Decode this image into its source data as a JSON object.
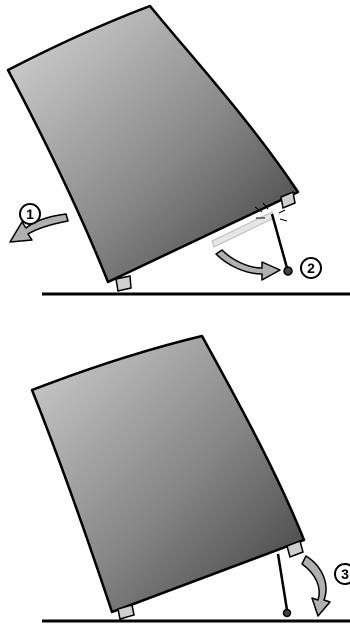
{
  "steps": [
    {
      "number": "1",
      "action": "tilt-backward-arrow"
    },
    {
      "number": "2",
      "action": "fold-out-support-leg"
    },
    {
      "number": "3",
      "action": "lower-onto-support-leg"
    }
  ],
  "colors": {
    "outline": "#000000",
    "body_light": "#d8d8d8",
    "body_mid": "#8a8a8a",
    "body_dark": "#3a3a3a",
    "arrow_fill": "#b0b0b0",
    "background": "#ffffff"
  },
  "icons": [
    "curved-arrow-icon",
    "support-leg-icon",
    "foot-icon",
    "floor-line"
  ]
}
